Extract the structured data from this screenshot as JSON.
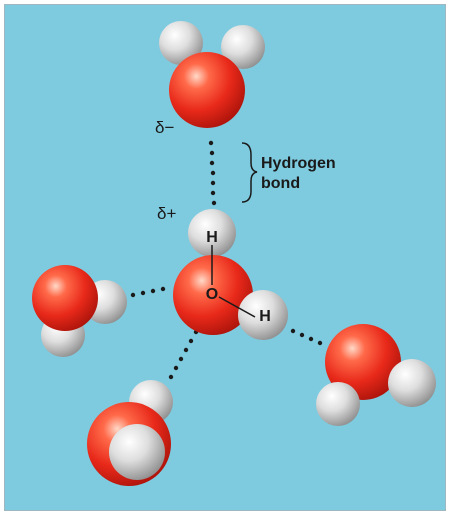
{
  "labels": {
    "delta_minus": "δ−",
    "delta_plus": "δ+",
    "hydrogen_bond_line1": "Hydrogen",
    "hydrogen_bond_line2": "bond",
    "atom_h_top": "H",
    "atom_o": "O",
    "atom_h_right": "H"
  },
  "colors": {
    "background": "#7ecbe0",
    "oxygen": "#e8291a",
    "hydrogen": "#d9d9d9",
    "bond_dots": "#1a1a1a",
    "text": "#1a1a1a"
  }
}
